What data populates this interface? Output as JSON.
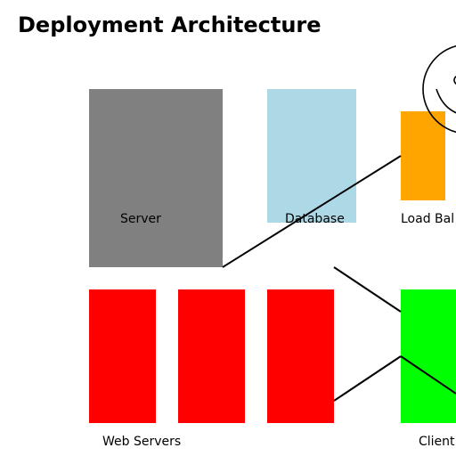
{
  "diagram": {
    "title": "Deployment Architecture",
    "labels": {
      "server": "Server",
      "database": "Database",
      "load_balancer": "Load Bal",
      "web_servers": "Web Servers",
      "client": "Client"
    },
    "colors": {
      "server": "#808080",
      "database": "#add8e6",
      "load_balancer": "#ffa500",
      "web_server": "#ff0000",
      "client": "#00ff00",
      "connector": "#000000"
    },
    "icons": {
      "top_right": "smiley-face-icon"
    }
  }
}
